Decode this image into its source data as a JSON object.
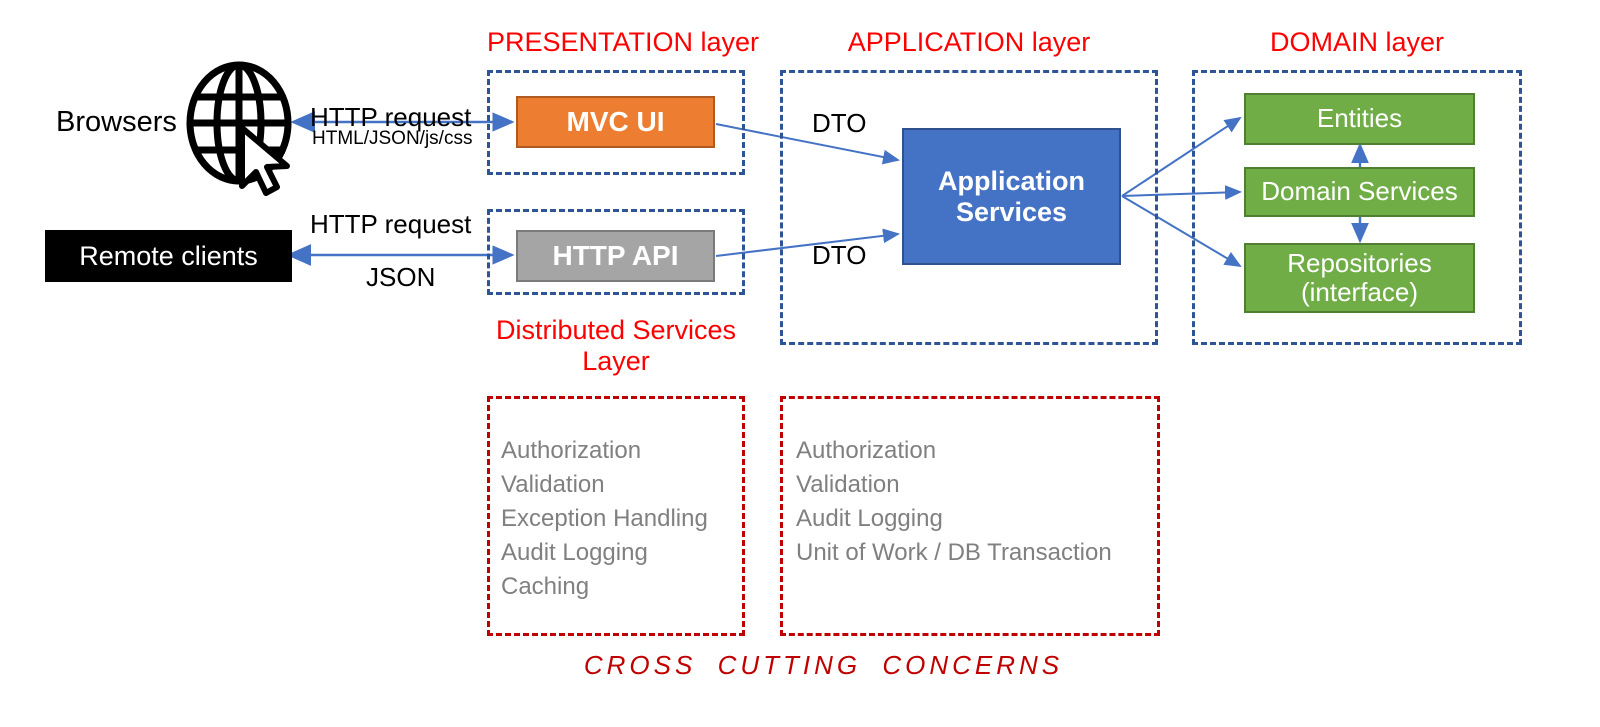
{
  "diagram": {
    "title": "Layered Architecture Diagram",
    "layers": [
      {
        "id": "presentation",
        "label": "PRESENTATION layer"
      },
      {
        "id": "application",
        "label": "APPLICATION layer"
      },
      {
        "id": "domain",
        "label": "DOMAIN layer"
      }
    ],
    "distributed_services_label": "Distributed Services Layer",
    "actors": [
      {
        "id": "browsers",
        "label": "Browsers",
        "icon": "globe-cursor-icon"
      },
      {
        "id": "remote-clients",
        "label": "Remote clients",
        "icon": "black-box"
      }
    ],
    "components": {
      "mvc_ui": {
        "label": "MVC UI",
        "color": "#ED7D31"
      },
      "http_api": {
        "label": "HTTP API",
        "color": "#A5A5A5"
      },
      "app_services": {
        "label": "Application Services",
        "color": "#4472C4"
      },
      "entities": {
        "label": "Entities",
        "color": "#70AD47"
      },
      "domain_services": {
        "label": "Domain Services",
        "color": "#70AD47"
      },
      "repositories": {
        "label": "Repositories (interface)",
        "color": "#70AD47"
      }
    },
    "edge_labels": {
      "http_request_top": "HTTP request",
      "response_top": "HTML/JSON/js/css",
      "http_request_bottom": "HTTP request",
      "response_bottom": "JSON",
      "dto_top": "DTO",
      "dto_bottom": "DTO"
    },
    "cross_cutting": {
      "heading": "CROSS CUTTING CONCERNS",
      "heading_words": [
        "CROSS",
        "CUTTING",
        "CONCERNS"
      ],
      "presentation_concerns": [
        "Authorization",
        "Validation",
        "Exception Handling",
        "Audit Logging",
        "Caching"
      ],
      "application_concerns": [
        "Authorization",
        "Validation",
        "Audit Logging",
        "Unit of Work / DB Transaction"
      ]
    },
    "colors": {
      "layer_label": "#FF0000",
      "dashed_blue": "#2E5496",
      "dashed_red": "#C00000",
      "arrow_blue": "#4472C4",
      "concern_text": "#808080",
      "cross_cutting_title": "#C00000"
    }
  }
}
